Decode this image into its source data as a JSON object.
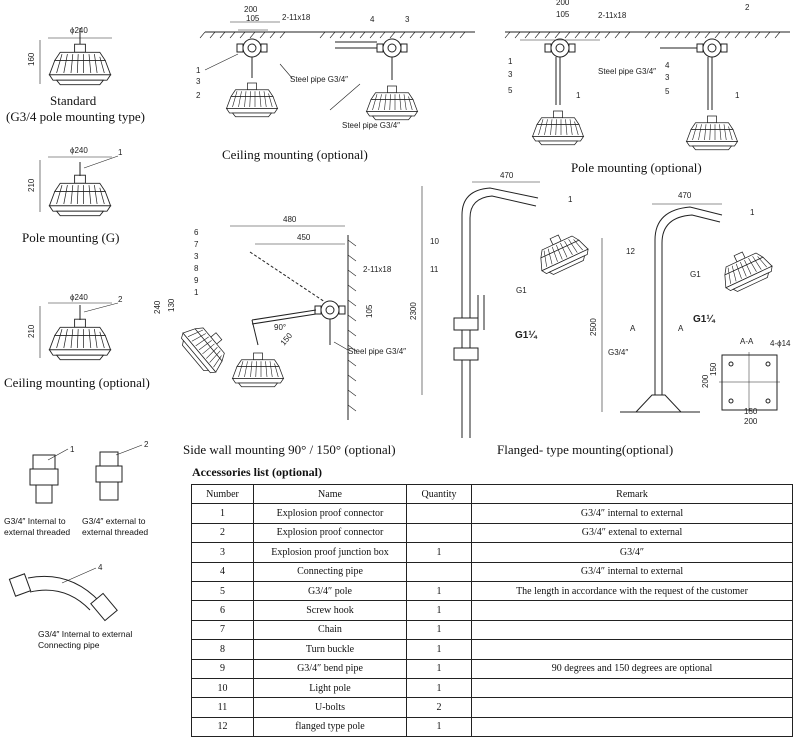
{
  "captions": {
    "standard_1": "Standard",
    "standard_2": "(G3/4 pole mounting type)",
    "ceiling_optional": "Ceiling mounting (optional)",
    "pole_optional": "Pole mounting (optional)",
    "pole_g": "Pole mounting (G)",
    "ceiling_optional_left": "Ceiling mounting (optional)",
    "side_wall": "Side wall mounting 90° / 150° (optional)",
    "flanged": "Flanged- type mounting(optional)"
  },
  "dimensions": {
    "d240": "ϕ240",
    "h160": "160",
    "h210": "210",
    "w200": "200",
    "w105": "105",
    "holes": "2-11x18",
    "w470": "470",
    "w480": "480",
    "w450": "450",
    "h2300": "2300",
    "h2500": "2500",
    "h240": "240",
    "h130": "130",
    "a90": "90°",
    "a150": "150",
    "g1": "G1",
    "g1_quarter": "G1¼",
    "section": "A-A",
    "sec_a": "A",
    "holes14": "4-ϕ14",
    "sq150": "150",
    "sq200": "200",
    "g34": "G3/4″"
  },
  "callouts": {
    "steel_pipe": "Steel pipe G3/4″"
  },
  "small_parts": {
    "p1_label": "G3/4″  Internal to external threaded",
    "p2_label": "G3/4″  external to external threaded",
    "p4_label": "G3/4″  Internal to external Connecting pipe"
  },
  "accessories": {
    "title": "Accessories list (optional)",
    "headers": [
      "Number",
      "Name",
      "Quantity",
      "Remark"
    ],
    "rows": [
      [
        "1",
        "Explosion proof connector",
        "",
        "G3/4″  internal to external"
      ],
      [
        "2",
        "Explosion proof connector",
        "",
        "G3/4″  extenal to external"
      ],
      [
        "3",
        "Explosion proof junction box",
        "1",
        "G3/4″"
      ],
      [
        "4",
        "Connecting pipe",
        "",
        "G3/4″  internal to external"
      ],
      [
        "5",
        "G3/4″  pole",
        "1",
        "The length in accordance with the request of the customer"
      ],
      [
        "6",
        "Screw hook",
        "1",
        ""
      ],
      [
        "7",
        "Chain",
        "1",
        ""
      ],
      [
        "8",
        "Turn buckle",
        "1",
        ""
      ],
      [
        "9",
        "G3/4″  bend pipe",
        "1",
        "90 degrees and 150 degrees are optional"
      ],
      [
        "10",
        "Light pole",
        "1",
        ""
      ],
      [
        "11",
        "U-bolts",
        "2",
        ""
      ],
      [
        "12",
        "flanged type pole",
        "1",
        ""
      ]
    ]
  }
}
